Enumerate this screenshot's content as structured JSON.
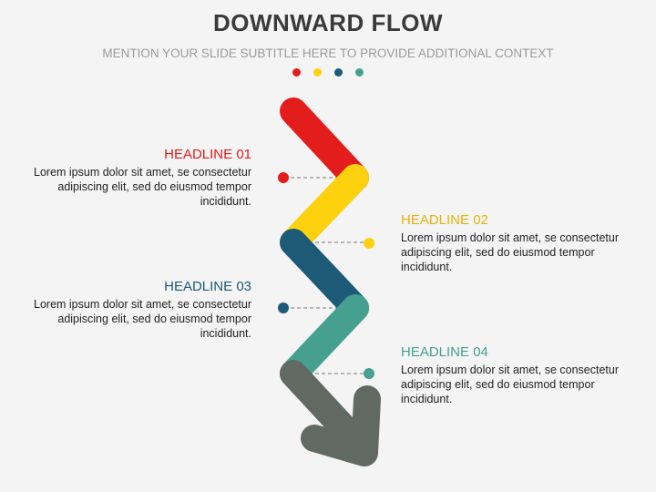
{
  "title": "DOWNWARD FLOW",
  "subtitle": "MENTION YOUR SLIDE SUBTITLE HERE TO PROVIDE ADDITIONAL CONTEXT",
  "colors": {
    "red": "#e31c1c",
    "yellow": "#fdd10e",
    "navy": "#1c5a78",
    "teal": "#46a090",
    "gray": "#606a62"
  },
  "steps": [
    {
      "headline": "HEADLINE 01",
      "text": "Lorem ipsum dolor sit amet, se consectetur adipiscing elit, sed do eiusmod tempor incididunt.",
      "color": "#e31c1c"
    },
    {
      "headline": "HEADLINE 02",
      "text": "Lorem ipsum dolor sit amet, se consectetur adipiscing elit, sed do eiusmod tempor incididunt.",
      "color": "#e5b40b"
    },
    {
      "headline": "HEADLINE 03",
      "text": "Lorem ipsum dolor sit amet, se consectetur adipiscing elit, sed do eiusmod tempor incididunt.",
      "color": "#1c5a78"
    },
    {
      "headline": "HEADLINE 04",
      "text": "Lorem ipsum dolor sit amet, se consectetur adipiscing elit, sed do eiusmod tempor incididunt.",
      "color": "#46a090"
    }
  ]
}
